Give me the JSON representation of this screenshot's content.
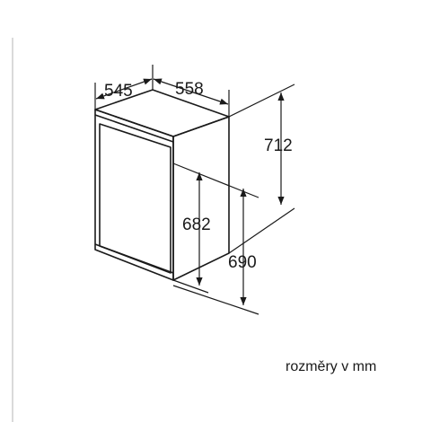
{
  "dimensions": {
    "depth": "545",
    "width": "558",
    "height_total": "712",
    "height_niche_min": "682",
    "height_niche_max": "690"
  },
  "caption": "rozměry v mm",
  "colors": {
    "line": "#1a1a1a",
    "frame_gray": "#b4b4b4"
  }
}
